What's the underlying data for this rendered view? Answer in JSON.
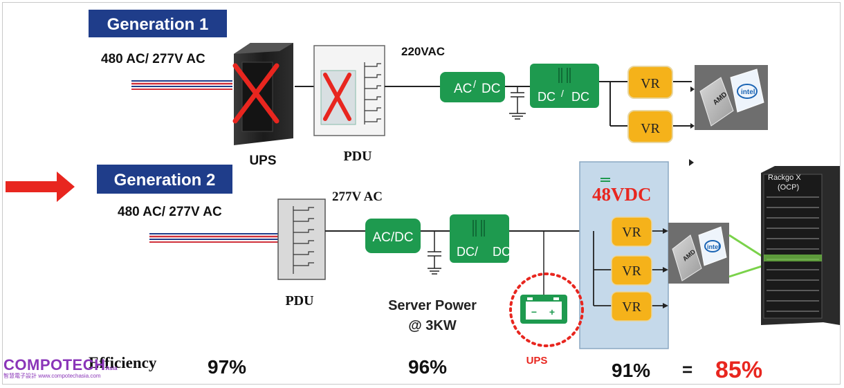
{
  "gen1": {
    "title": "Generation 1",
    "input_label": "480 AC/ 277V AC",
    "ups_label": "UPS",
    "pdu_label": "PDU",
    "voltage_label": "220VAC",
    "acdc_a": "AC",
    "acdc_sep": "/",
    "acdc_b": "DC",
    "dcdc_a": "DC",
    "dcdc_sep": "/",
    "dcdc_b": "DC",
    "vr_top": "VR",
    "vr_bottom": "VR",
    "chip_amd": "AMD",
    "chip_intel": "intel"
  },
  "gen2": {
    "title": "Generation 2",
    "input_label": "480 AC/ 277V AC",
    "pdu_label": "PDU",
    "voltage_label": "277V AC",
    "acdc_label": "AC/DC",
    "dcdc_a": "DC/",
    "dcdc_b": "DC",
    "dc_bus_label": "48VDC",
    "vr1": "VR",
    "vr2": "VR",
    "vr3": "VR",
    "ups_label": "UPS",
    "battery_minus": "−",
    "battery_plus": "+",
    "server_power_line1": "Server Power",
    "server_power_line2": "@ 3KW",
    "chip_amd": "AMD",
    "chip_intel": "intel",
    "rack_line1": "Rackgo X",
    "rack_line2": "(OCP)"
  },
  "efficiency": {
    "label": "Efficiency",
    "v1": "97%",
    "v2": "96%",
    "v3": "91%",
    "equals": "=",
    "total": "85%"
  },
  "logo": {
    "main": "COMPOTECH",
    "asia": "Asia",
    "sub": "智慧電子設計 www.compotechasia.com"
  },
  "colors": {
    "title_bg": "#1f3d8a",
    "green_box": "#1e9a4f",
    "vr_box": "#f5b21a",
    "panel": "#c5d9ea",
    "arrow_red": "#e8261f",
    "total_red": "#e8261f"
  }
}
